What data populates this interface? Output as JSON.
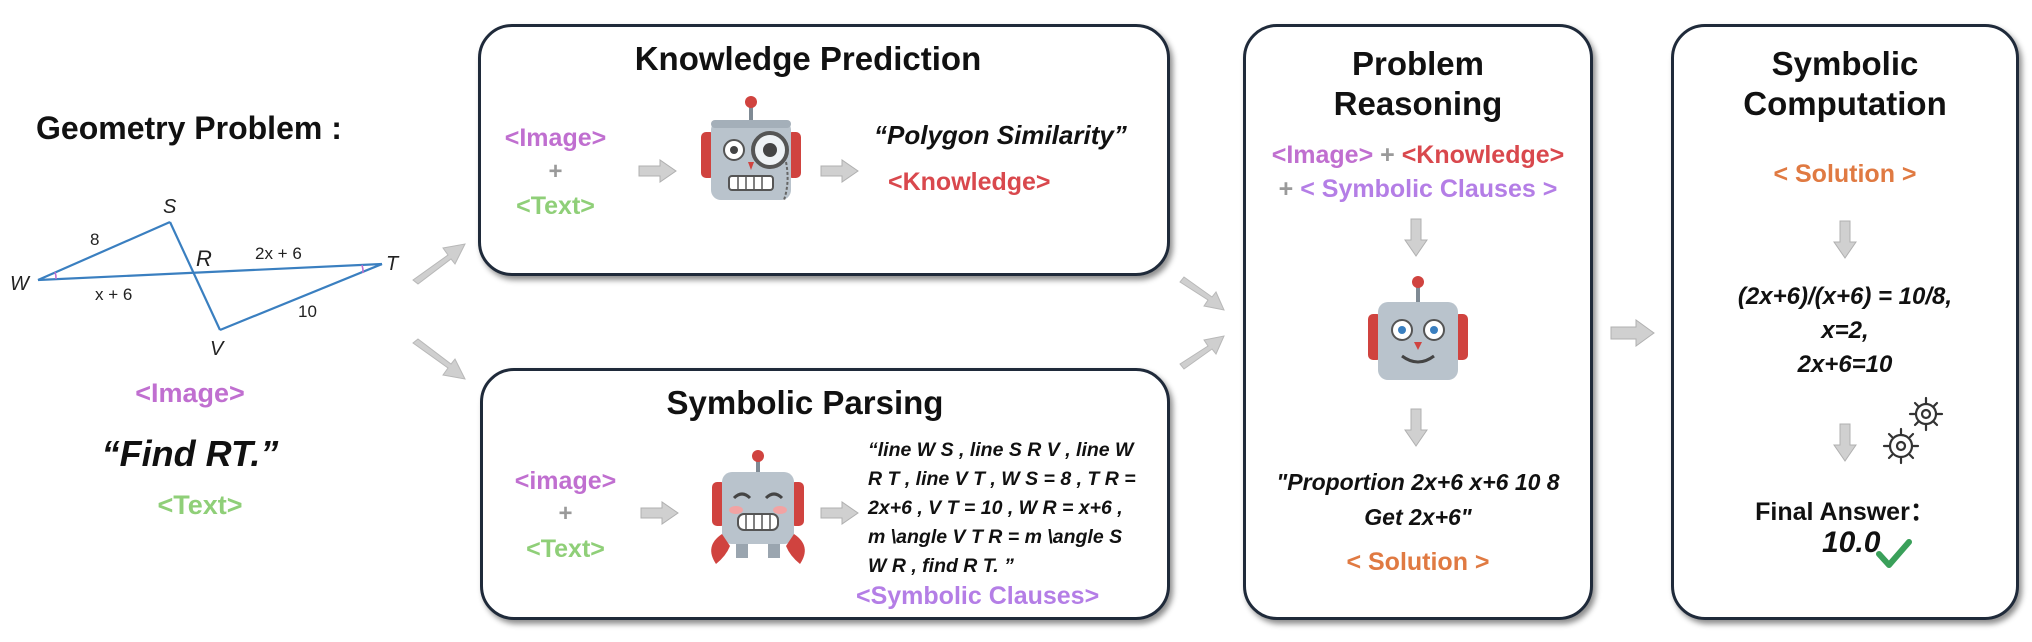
{
  "problem": {
    "title": "Geometry Problem :",
    "figure_labels": {
      "S": "S",
      "R": "R",
      "T": "T",
      "W": "W",
      "V": "V",
      "ws": "8",
      "rt": "2x + 6",
      "wr": "x + 6",
      "vt": "10"
    },
    "image_tag": "<Image>",
    "question": "“Find RT.”",
    "text_tag": "<Text>"
  },
  "knowledge": {
    "title": "Knowledge Prediction",
    "image_tag": "<Image>",
    "plus": "+",
    "text_tag": "<Text>",
    "prediction": "“Polygon Similarity”",
    "knowledge_tag": "<Knowledge>"
  },
  "parsing": {
    "title": "Symbolic Parsing",
    "image_tag": "<image>",
    "plus": "+",
    "text_tag": "<Text>",
    "clause_lines": [
      "“line W S , line S R V , line W",
      "R T , line V T , W S = 8 , T R =",
      "2x+6 , V T = 10 , W R = x+6 ,",
      "m \\angle V T R = m \\angle S",
      "W R , find R T. ”"
    ],
    "clauses_tag": "<Symbolic Clauses>"
  },
  "reasoning": {
    "title_lines": [
      "Problem",
      "Reasoning"
    ],
    "image_tag": "<Image>",
    "plus1": "+",
    "knowledge_tag": "<Knowledge>",
    "plus2": "+",
    "clauses_tag": "< Symbolic Clauses >",
    "output_lines": [
      "\"Proportion 2x+6 x+6 10 8",
      "Get 2x+6\""
    ],
    "solution_tag": "< Solution >"
  },
  "computation": {
    "title_lines": [
      "Symbolic",
      "Computation"
    ],
    "solution_tag": "< Solution >",
    "equations": [
      "(2x+6)/(x+6) = 10/8,",
      "x=2,",
      "2x+6=10"
    ],
    "answer_label": "Final Answer：",
    "answer_value": "10.0"
  },
  "colors": {
    "image": "#c06fd0",
    "text": "#8fcf78",
    "knowledge": "#d9484d",
    "symbolic": "#b47ee6",
    "solution": "#e07a42",
    "arrow": "#c8c8c8",
    "check": "#3aa05a",
    "robot_body": "#b9c3cc",
    "robot_ear": "#d0433f"
  },
  "icons": [
    "magnifier-robot-icon",
    "happy-robot-icon",
    "smiling-robot-icon",
    "gears-icon",
    "checkmark-icon",
    "arrow-icon"
  ]
}
